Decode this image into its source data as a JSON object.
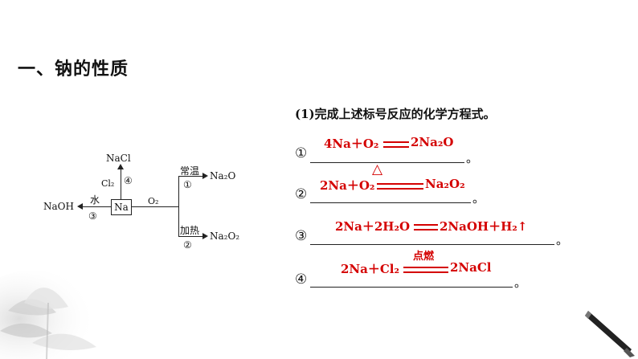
{
  "heading": "一、钠的性质",
  "diagram": {
    "center": "Na",
    "nacl": "NaCl",
    "cl2": "Cl₂",
    "num4": "④",
    "water": "水",
    "naoh": "NaOH",
    "num3": "③",
    "o2": "O₂",
    "room_temp": "常温",
    "num1": "①",
    "na2o": "Na₂O",
    "heat": "加热",
    "num2": "②",
    "na2o2": "Na₂O₂"
  },
  "question": "(1)完成上述标号反应的化学方程式。",
  "equations": [
    {
      "num": "①",
      "lhs": "4Na＋O₂",
      "rhs": "2Na₂O",
      "condition": "",
      "end": "。"
    },
    {
      "num": "②",
      "lhs": "2Na＋O₂",
      "rhs": "Na₂O₂",
      "condition": "△",
      "end": "。"
    },
    {
      "num": "③",
      "lhs": "2Na＋2H₂O",
      "rhs": "2NaOH＋H₂↑",
      "condition": "",
      "end": "。"
    },
    {
      "num": "④",
      "lhs": "2Na＋Cl₂",
      "rhs": "2NaCl",
      "condition": "点燃",
      "end": "。"
    }
  ]
}
